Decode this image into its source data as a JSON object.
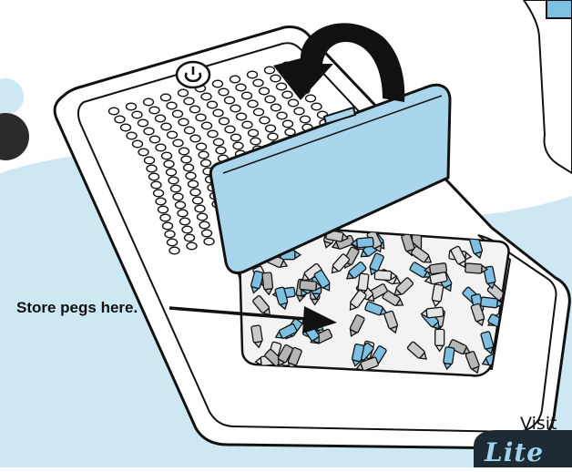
{
  "callout": {
    "text": "Store pegs here."
  },
  "footer": {
    "visit_text": "Visit",
    "logo_text": "Lite"
  },
  "colors": {
    "background_blue": "#cde7f3",
    "lid_blue": "#a9d6ec",
    "peg_blue": "#7ec0e2",
    "peg_grey": "#c9c9c9",
    "outline": "#111111",
    "tray_white": "#ffffff"
  },
  "icons": [
    "power-icon",
    "rotate-arrow-icon",
    "pointer-arrow-icon"
  ]
}
